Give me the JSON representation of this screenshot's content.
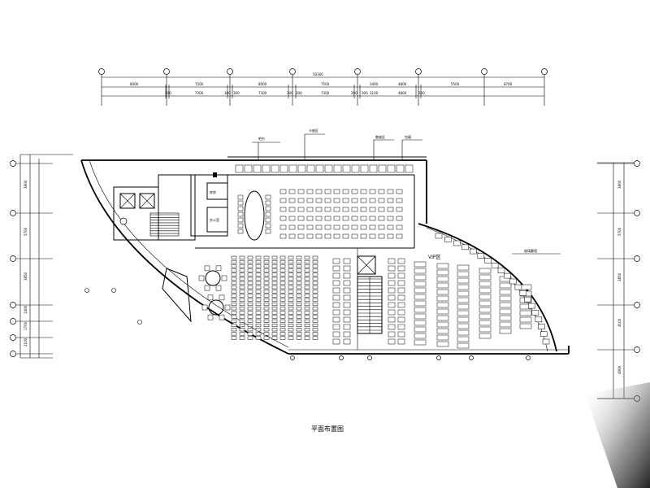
{
  "drawing": {
    "caption": "平面布置图",
    "total_dimension": "50300",
    "top_dim_upper": [
      "8000",
      "7500",
      "8000",
      "7500",
      "3400",
      "4800",
      "5500",
      "8700"
    ],
    "top_dim_lower": [
      "300",
      "7300",
      "300",
      "300",
      "7300",
      "300",
      "300",
      "7300",
      "200",
      "300",
      "3100",
      "4800",
      "300"
    ],
    "left_dims": [
      "3800",
      "5700",
      "3850",
      "1400",
      "1700",
      "2100"
    ],
    "right_dims": [
      "3800",
      "5700",
      "3850",
      "4100",
      "4900"
    ]
  },
  "labels": {
    "vip_room": "VIP区",
    "callout_1": "吧台",
    "callout_2": "卡座区",
    "callout_3": "散座区",
    "callout_4": "包厢",
    "callout_right": "玻璃幕墙",
    "room_office": "办公室",
    "room_storage": "库房"
  }
}
